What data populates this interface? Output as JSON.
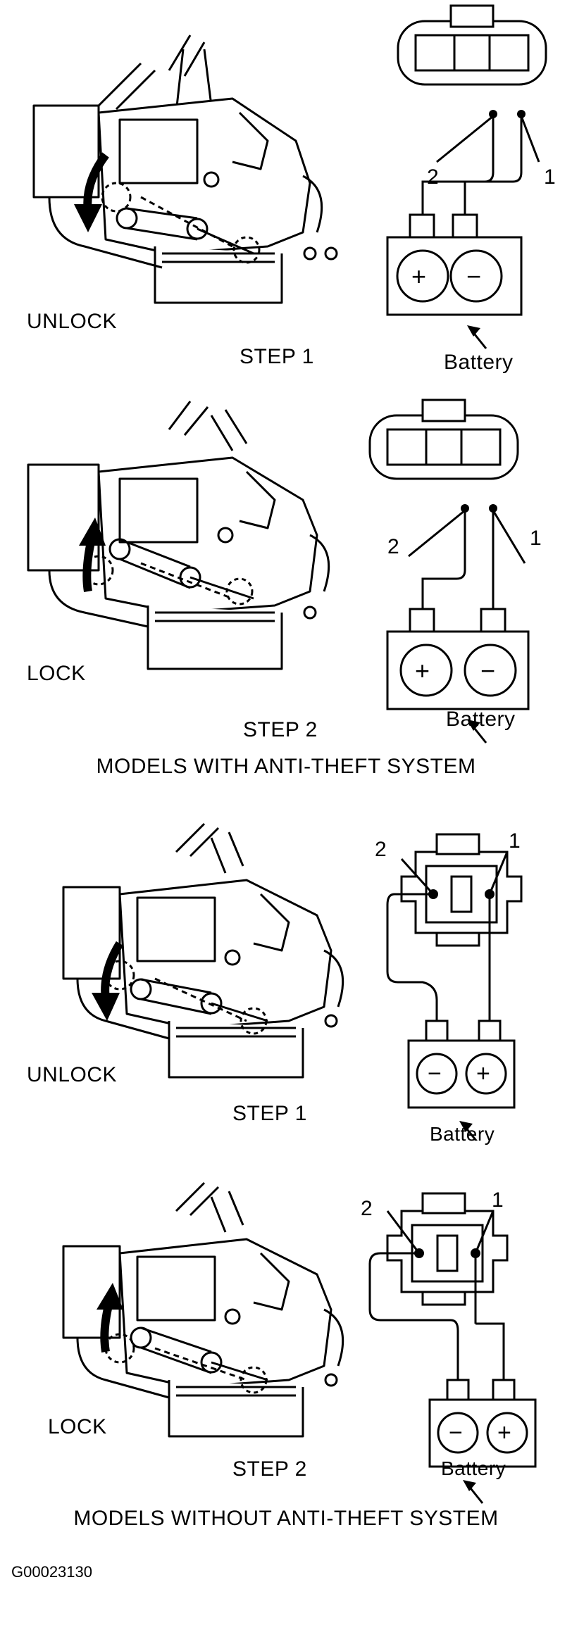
{
  "panels": [
    {
      "action": "UNLOCK",
      "step": "STEP 1",
      "battery": "Battery",
      "pin_left": "2",
      "pin_right": "1",
      "terminals": [
        "+",
        "−"
      ],
      "arrow": "down"
    },
    {
      "action": "LOCK",
      "step": "STEP 2",
      "battery": "Battery",
      "pin_left": "2",
      "pin_right": "1",
      "terminals": [
        "+",
        "−"
      ],
      "arrow": "up"
    },
    {
      "action": "UNLOCK",
      "step": "STEP 1",
      "battery": "Battery",
      "pin_left": "2",
      "pin_right": "1",
      "terminals": [
        "−",
        "+"
      ],
      "arrow": "down"
    },
    {
      "action": "LOCK",
      "step": "STEP 2",
      "battery": "Battery",
      "pin_left": "2",
      "pin_right": "1",
      "terminals": [
        "−",
        "+"
      ],
      "arrow": "up"
    }
  ],
  "section_titles": {
    "with_anti_theft": "MODELS WITH ANTI-THEFT SYSTEM",
    "without_anti_theft": "MODELS WITHOUT ANTI-THEFT SYSTEM"
  },
  "figure_code": "G00023130"
}
